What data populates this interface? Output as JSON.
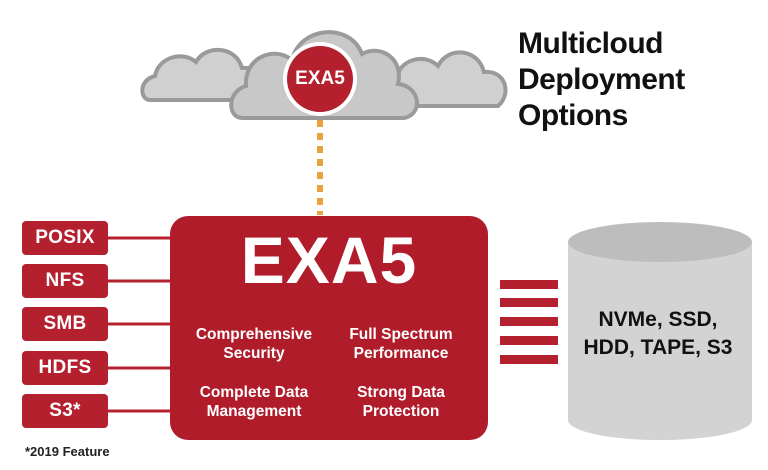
{
  "cloud": {
    "badge_label": "EXA5"
  },
  "headline": {
    "line1": "Multicloud",
    "line2": "Deployment",
    "line3": "Options"
  },
  "protocols": [
    "POSIX",
    "NFS",
    "SMB",
    "HDFS",
    "S3*"
  ],
  "footnote": "*2019 Feature",
  "main": {
    "title": "EXA5",
    "features": [
      {
        "line1": "Comprehensive",
        "line2": "Security"
      },
      {
        "line1": "Full Spectrum",
        "line2": "Performance"
      },
      {
        "line1": "Complete Data",
        "line2": "Management"
      },
      {
        "line1": "Strong Data",
        "line2": "Protection"
      }
    ]
  },
  "storage": {
    "line1": "NVMe, SSD,",
    "line2": "HDD, TAPE, S3"
  },
  "colors": {
    "brand_red": "#b01c2a",
    "cloud_gray": "#c9c9c9",
    "dotted_line": "#e8a33a"
  }
}
